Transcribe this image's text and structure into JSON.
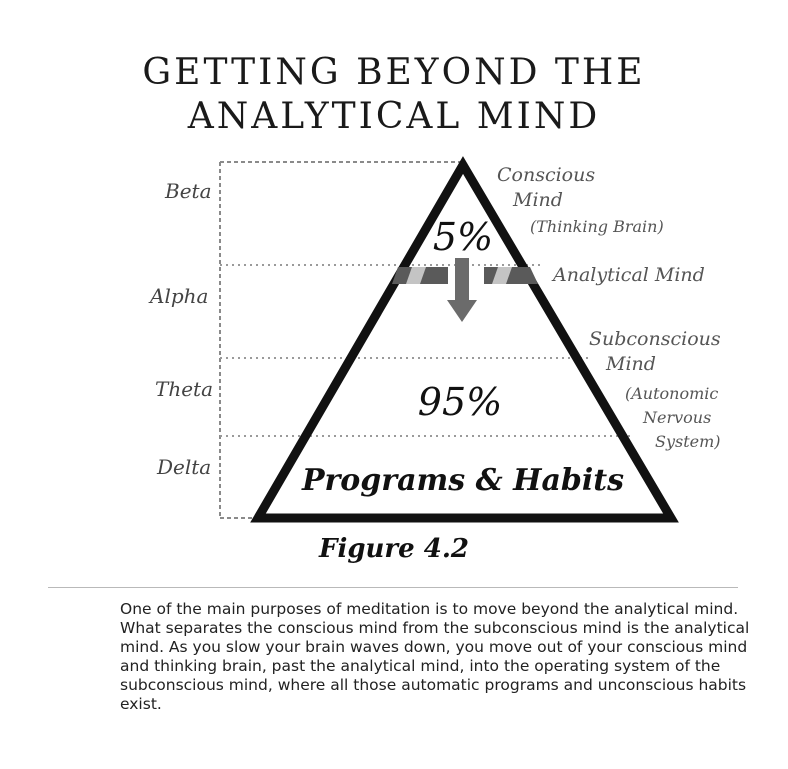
{
  "title": {
    "line1": "GETTING BEYOND THE",
    "line2": "ANALYTICAL MIND"
  },
  "brain_waves": [
    "Beta",
    "Alpha",
    "Theta",
    "Delta"
  ],
  "labels": {
    "conscious": [
      "Conscious",
      "Mind",
      "(Thinking Brain)"
    ],
    "analytical": "Analytical Mind",
    "subconscious": [
      "Subconscious",
      "Mind",
      "(Autonomic",
      "Nervous",
      "System)"
    ]
  },
  "pyramid": {
    "top_percent": "5%",
    "bottom_percent": "95%",
    "base_label": "Programs & Habits"
  },
  "figure_label": "Figure 4.2",
  "caption": "One of the main purposes of meditation is to move beyond the analytical mind. What separates the conscious mind from the subconscious mind is the analytical mind. As you slow your brain waves down, you move out of your conscious mind and thinking brain, past the analytical mind, into the operating system of the subconscious mind, where all those automatic programs and unconscious habits exist.",
  "colors": {
    "ink": "#1a1a1a",
    "gray_text": "#555555",
    "bar_dark": "#555555",
    "bar_light": "#aaaaaa",
    "arrow": "#6b6b6b"
  }
}
